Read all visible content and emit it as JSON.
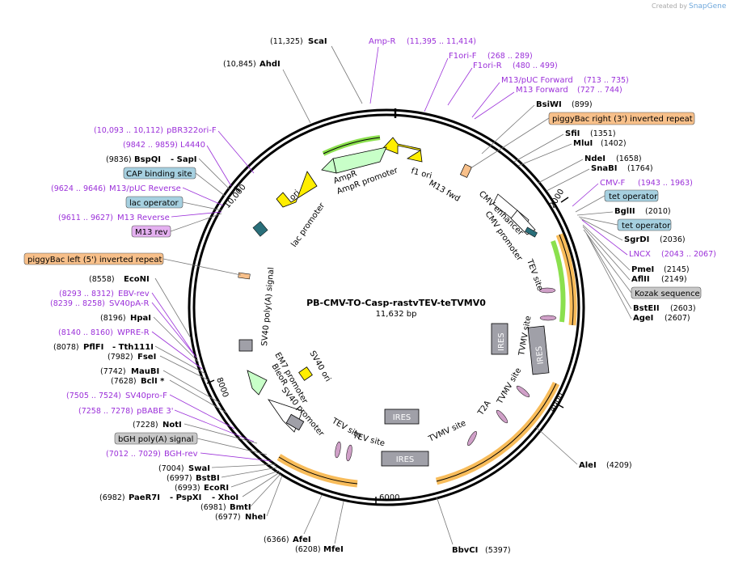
{
  "credit": {
    "created_by": "Created by",
    "brand": "SnapGene"
  },
  "center": {
    "name": "PB-CMV-TO-Casp-rastvTEV-teTVMV0",
    "size": "11,632 bp"
  },
  "ticks": {
    "t2000": "2000",
    "t4000": "4000",
    "t6000": "6000",
    "t8000": "8000",
    "t10000": "10,000"
  },
  "sites": {
    "scai": {
      "name": "ScaI",
      "coord": "(11,325)"
    },
    "ahdi": {
      "name": "AhdI",
      "coord": "(10,845)"
    },
    "bsiwi": {
      "name": "BsiWI",
      "coord": "(899)"
    },
    "sfii": {
      "name": "SfiI",
      "coord": "(1351)"
    },
    "mlui": {
      "name": "MluI",
      "coord": "(1402)"
    },
    "ndei": {
      "name": "NdeI",
      "coord": "(1658)"
    },
    "snabi": {
      "name": "SnaBI",
      "coord": "(1764)"
    },
    "bglii": {
      "name": "BglII",
      "coord": "(2010)"
    },
    "sgrdi": {
      "name": "SgrDI",
      "coord": "(2036)"
    },
    "pmei": {
      "name": "PmeI",
      "coord": "(2145)"
    },
    "aflii": {
      "name": "AflII",
      "coord": "(2149)"
    },
    "bsteii": {
      "name": "BstEII",
      "coord": "(2603)"
    },
    "agei": {
      "name": "AgeI",
      "coord": "(2607)"
    },
    "alei": {
      "name": "AleI",
      "coord": "(4209)"
    },
    "bbvci": {
      "name": "BbvCI",
      "coord": "(5397)"
    },
    "mfei": {
      "name": "MfeI",
      "coord": "(6208)"
    },
    "afei": {
      "name": "AfeI",
      "coord": "(6366)"
    },
    "nhei": {
      "name": "NheI",
      "coord": "(6977)"
    },
    "bmti": {
      "name": "BmtI",
      "coord": "(6981)"
    },
    "paer7i": {
      "name": "PaeR7I",
      "name2": "- PspXI",
      "name3": "- XhoI",
      "coord": "(6982)"
    },
    "ecori": {
      "name": "EcoRI",
      "coord": "(6993)"
    },
    "bstbi": {
      "name": "BstBI",
      "coord": "(6997)"
    },
    "swai": {
      "name": "SwaI",
      "coord": "(7004)"
    },
    "noti": {
      "name": "NotI",
      "coord": "(7228)"
    },
    "bcli": {
      "name": "BclI *",
      "coord": "(7628)"
    },
    "maubi": {
      "name": "MauBI",
      "coord": "(7742)"
    },
    "fsei": {
      "name": "FseI",
      "coord": "(7982)"
    },
    "pflfi": {
      "name": "PflFI",
      "name2": "- Tth111I",
      "coord": "(8078)"
    },
    "hpai": {
      "name": "HpaI",
      "coord": "(8196)"
    },
    "econi": {
      "name": "EcoNI",
      "coord": "(8558)"
    },
    "bspqi": {
      "name": "BspQI",
      "name2": "- SapI",
      "coord": "(9836)"
    }
  },
  "primers": {
    "ampr": {
      "name": "Amp-R",
      "coord": "(11,395 .. 11,414)"
    },
    "f1orif": {
      "name": "F1ori-F",
      "coord": "(268 .. 289)"
    },
    "f1orir": {
      "name": "F1ori-R",
      "coord": "(480 .. 499)"
    },
    "m13puc": {
      "name": "M13/pUC Forward",
      "coord": "(713 .. 735)"
    },
    "m13fwd": {
      "name": "M13 Forward",
      "coord": "(727 .. 744)"
    },
    "cmvf": {
      "name": "CMV-F",
      "coord": "(1943 .. 1963)"
    },
    "lncx": {
      "name": "LNCX",
      "coord": "(2043 .. 2067)"
    },
    "pbr322": {
      "name": "pBR322ori-F",
      "coord": "(10,093 .. 10,112)"
    },
    "l4440": {
      "name": "L4440",
      "coord": "(9842 .. 9859)"
    },
    "m13pucrev": {
      "name": "M13/pUC Reverse",
      "coord": "(9624 .. 9646)"
    },
    "m13rev": {
      "name": "M13 Reverse",
      "coord": "(9611 .. 9627)"
    },
    "ebvrev": {
      "name": "EBV-rev",
      "coord": "(8293 .. 8312)"
    },
    "sv40par": {
      "name": "SV40pA-R",
      "coord": "(8239 .. 8258)"
    },
    "wprer": {
      "name": "WPRE-R",
      "coord": "(8140 .. 8160)"
    },
    "sv40prof": {
      "name": "SV40pro-F",
      "coord": "(7505 .. 7524)"
    },
    "pbabe3": {
      "name": "pBABE 3'",
      "coord": "(7258 .. 7278)"
    },
    "bghrev": {
      "name": "BGH-rev",
      "coord": "(7012 .. 7029)"
    }
  },
  "boxes": {
    "pb_right": "piggyBac right (3') inverted repeat",
    "tet_op1": "tet operator",
    "tet_op2": "tet operator",
    "kozak": "Kozak sequence",
    "cap": "CAP binding site",
    "lac_op": "lac operator",
    "m13rev_box": "M13 rev",
    "pb_left": "piggyBac left (5') inverted repeat",
    "bgh": "bGH poly(A) signal"
  },
  "features": {
    "ori": "ori",
    "ampr": "AmpR",
    "ampr_prom": "AmpR promoter",
    "f1ori": "f1 ori",
    "m13fwd": "M13 fwd",
    "lacprom": "lac promoter",
    "cmvenh": "CMV enhancer",
    "cmvprom": "CMV promoter",
    "tev1": "TEV site",
    "tvmv1": "TVMV site",
    "ires1": "IRES",
    "ires2": "IRES",
    "ires3": "IRES",
    "ires4": "IRES",
    "tvmv2": "TVMV site",
    "t2a": "T2A",
    "tvmv3": "TVMV site",
    "tev2": "TEV site",
    "tev3": "TEV site",
    "sv40polya": "SV40 poly(A) signal",
    "sv40ori": "SV40 ori",
    "em7": "EM7 promoter",
    "bleor": "BleoR",
    "sv40prom": "SV40 promoter"
  },
  "colors": {
    "primer": "#9b30d9",
    "ori": "#ffee00",
    "ampr": "#c8ffc8",
    "orange_band": "#f5a623",
    "green_band": "#8be04e",
    "ires": "#a0a0a8"
  }
}
